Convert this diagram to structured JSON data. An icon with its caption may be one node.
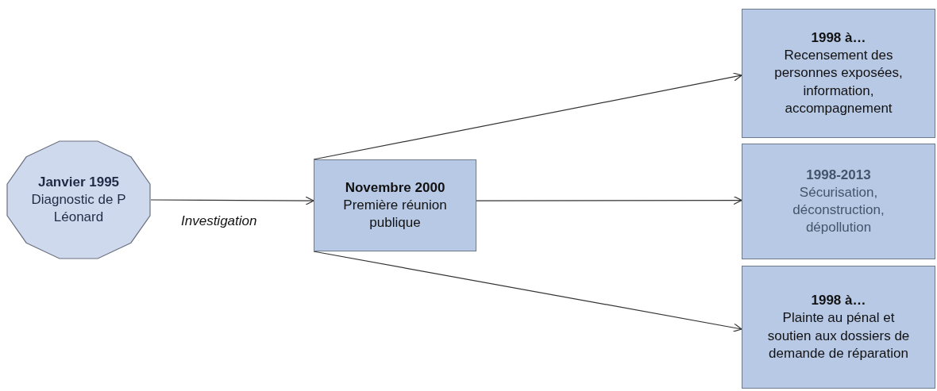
{
  "diagram": {
    "nodes": [
      {
        "text": [
          "Janvier 1995",
          "Diagnostic de P Léonard"
        ]
      },
      {
        "text": [
          "Novembre 2000",
          "Première réunion publique"
        ]
      },
      {
        "text": [
          "1998 à…",
          "Recensement des personnes exposées, information, accompagnement"
        ]
      },
      {
        "text": [
          "1998-2013",
          "Sécurisation, déconstruction, dépollution"
        ]
      },
      {
        "text": [
          "1998 à…",
          "Plainte au pénal et soutien aux dossiers de demande de réparation"
        ]
      }
    ],
    "edges": [
      {
        "from": 0,
        "to": 1,
        "arrow": "to",
        "label": "Investigation"
      },
      {
        "from": 1,
        "to": 2,
        "arrow": "to"
      },
      {
        "from": 1,
        "to": 3,
        "arrow": "to"
      },
      {
        "from": 1,
        "to": 4,
        "arrow": "to"
      }
    ]
  }
}
